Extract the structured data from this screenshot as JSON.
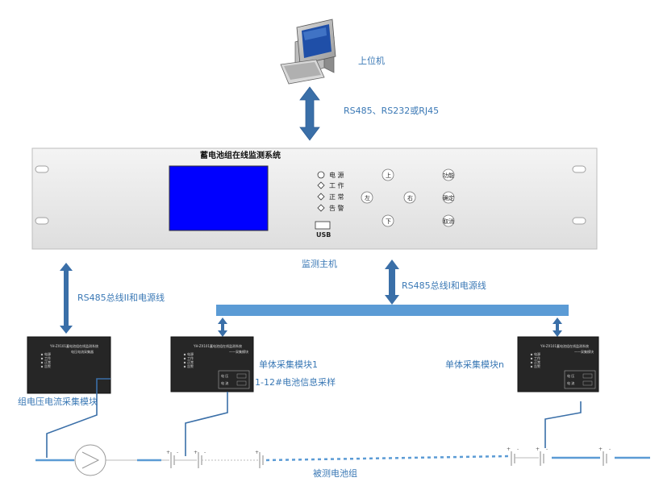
{
  "labels": {
    "host": "上位机",
    "link_top": "RS485、RS232或RJ45",
    "monitor_host": "监测主机",
    "bus_left": "RS485总线II和电源线",
    "bus_right": "RS485总线I和电源线",
    "module_1_name": "单体采集模块1",
    "module_1_desc": "1-12#电池信息采样",
    "module_n_name": "单体采集模块n",
    "group_module": "组电压电流采集模块",
    "battery_group": "被测电池组"
  },
  "panel": {
    "title": "蓄电池组在线监测系统",
    "indicators": [
      "电 源",
      "工 作",
      "正 常",
      "告 警"
    ],
    "usb": "USB",
    "keys": {
      "up": "上",
      "left": "左",
      "right": "右",
      "down": "下",
      "func": "功能",
      "ok": "确定",
      "cancel": "取消"
    }
  },
  "devices": {
    "module_title": "YH-ZX101蓄电池组在线监测系统",
    "group_sub": "电压电流采集器",
    "cell_sub": "——采集模块",
    "group_leds": [
      "电源",
      "工作",
      "正常",
      "告警"
    ],
    "cell_leds": [
      "电源",
      "工作",
      "正常",
      "告警"
    ],
    "cell_rows": [
      "电 压",
      "电 流"
    ]
  },
  "battery": {
    "plus": "+",
    "minus": "-"
  },
  "colors": {
    "accent": "#3a78b5",
    "bus": "#5b9bd5",
    "screen": "#0000ff",
    "chassis": "#ebebeb",
    "device_body": "#262626"
  }
}
